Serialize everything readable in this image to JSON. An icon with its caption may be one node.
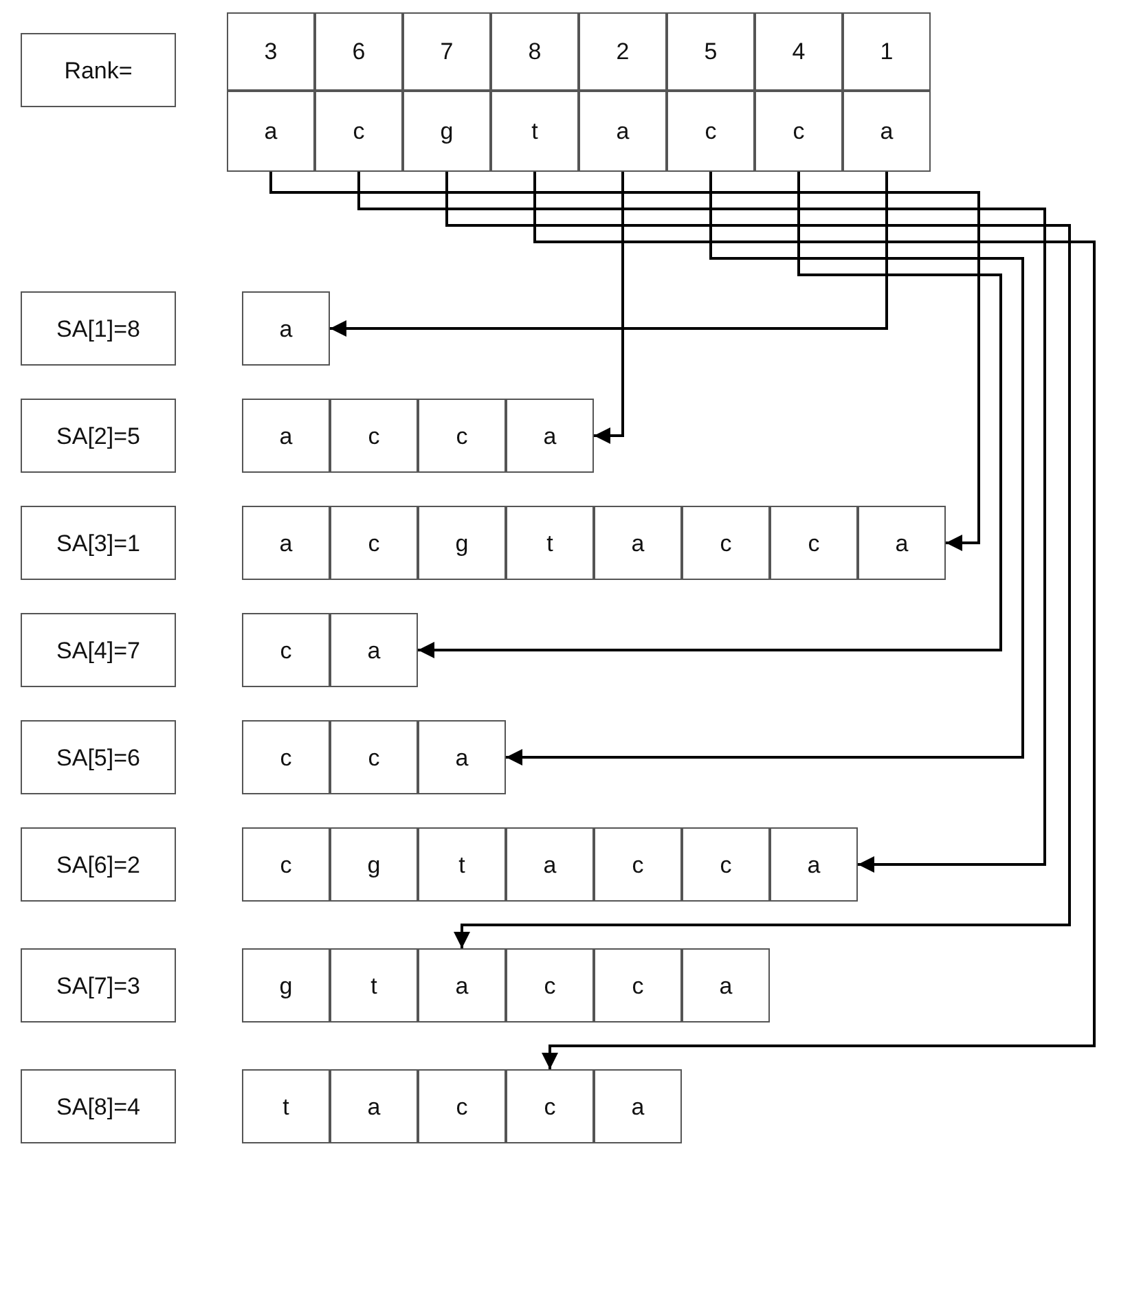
{
  "diagram": {
    "nodes": [
      {
        "text": [
          "Rank="
        ]
      },
      {
        "text": [
          "3"
        ]
      },
      {
        "text": [
          "6"
        ]
      },
      {
        "text": [
          "7"
        ]
      },
      {
        "text": [
          "8"
        ]
      },
      {
        "text": [
          "2"
        ]
      },
      {
        "text": [
          "5"
        ]
      },
      {
        "text": [
          "4"
        ]
      },
      {
        "text": [
          "1"
        ]
      },
      {
        "text": [
          "a"
        ]
      },
      {
        "text": [
          "c"
        ]
      },
      {
        "text": [
          "g"
        ]
      },
      {
        "text": [
          "t"
        ]
      },
      {
        "text": [
          "a"
        ]
      },
      {
        "text": [
          "c"
        ]
      },
      {
        "text": [
          "c"
        ]
      },
      {
        "text": [
          "a"
        ]
      },
      {
        "text": [
          "SA[1]=8"
        ]
      },
      {
        "text": [
          "a"
        ]
      },
      {
        "text": [
          "SA[2]=5"
        ]
      },
      {
        "text": [
          "a"
        ]
      },
      {
        "text": [
          "c"
        ]
      },
      {
        "text": [
          "c"
        ]
      },
      {
        "text": [
          "a"
        ]
      },
      {
        "text": [
          "SA[3]=1"
        ]
      },
      {
        "text": [
          "a"
        ]
      },
      {
        "text": [
          "c"
        ]
      },
      {
        "text": [
          "g"
        ]
      },
      {
        "text": [
          "t"
        ]
      },
      {
        "text": [
          "a"
        ]
      },
      {
        "text": [
          "c"
        ]
      },
      {
        "text": [
          "c"
        ]
      },
      {
        "text": [
          "a"
        ]
      },
      {
        "text": [
          "SA[4]=7"
        ]
      },
      {
        "text": [
          "c"
        ]
      },
      {
        "text": [
          "a"
        ]
      },
      {
        "text": [
          "SA[5]=6"
        ]
      },
      {
        "text": [
          "c"
        ]
      },
      {
        "text": [
          "c"
        ]
      },
      {
        "text": [
          "a"
        ]
      },
      {
        "text": [
          "SA[6]=2"
        ]
      },
      {
        "text": [
          "c"
        ]
      },
      {
        "text": [
          "g"
        ]
      },
      {
        "text": [
          "t"
        ]
      },
      {
        "text": [
          "a"
        ]
      },
      {
        "text": [
          "c"
        ]
      },
      {
        "text": [
          "c"
        ]
      },
      {
        "text": [
          "a"
        ]
      },
      {
        "text": [
          "SA[7]=3"
        ]
      },
      {
        "text": [
          "g"
        ]
      },
      {
        "text": [
          "t"
        ]
      },
      {
        "text": [
          "a"
        ]
      },
      {
        "text": [
          "c"
        ]
      },
      {
        "text": [
          "c"
        ]
      },
      {
        "text": [
          "a"
        ]
      },
      {
        "text": [
          "SA[8]=4"
        ]
      },
      {
        "text": [
          "t"
        ]
      },
      {
        "text": [
          "a"
        ]
      },
      {
        "text": [
          "c"
        ]
      },
      {
        "text": [
          "c"
        ]
      },
      {
        "text": [
          "a"
        ]
      }
    ],
    "edges": [
      {
        "from": 9,
        "to": 32,
        "arrow": "to"
      },
      {
        "from": 10,
        "to": 47,
        "arrow": "to"
      },
      {
        "from": 11,
        "to": 51,
        "arrow": "to"
      },
      {
        "from": 12,
        "to": 59,
        "arrow": "to"
      },
      {
        "from": 13,
        "to": 23,
        "arrow": "to"
      },
      {
        "from": 14,
        "to": 39,
        "arrow": "to"
      },
      {
        "from": 15,
        "to": 35,
        "arrow": "to"
      },
      {
        "from": 16,
        "to": 18,
        "arrow": "to"
      }
    ]
  }
}
